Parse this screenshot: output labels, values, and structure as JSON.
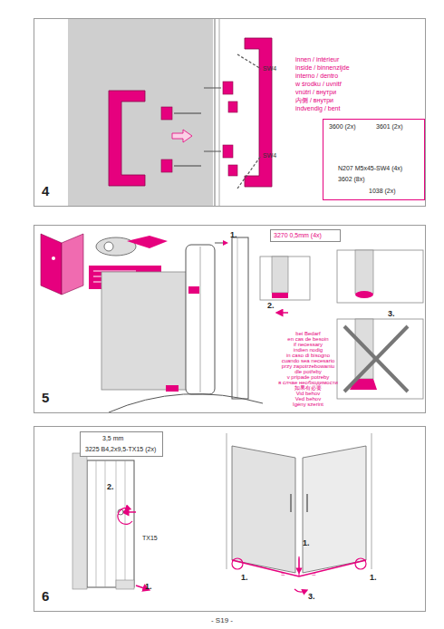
{
  "diagram": {
    "nodes": [
      {
        "text": [
          "4"
        ]
      },
      {
        "text": [
          "3600 (2x)",
          "3601 (2x)",
          "N207 M5x45-SW4 (4x)",
          "3602 (8x)",
          "1038 (2x)"
        ],
        "in": 0
      },
      {
        "text": [
          "5"
        ]
      },
      {
        "text": [
          "3270 0,5mm (4x)"
        ],
        "in": 2
      },
      {
        "text": [
          "6"
        ]
      },
      {
        "text": [
          "3,5 mm",
          "3225 B4,2x9,5-TX15 (2x)"
        ],
        "in": 4
      }
    ],
    "labels": [
      "SW4",
      "SW4",
      "innen / intérieur",
      "inside / binnenzijde",
      "interno / dentro",
      "w środku / uvnitř",
      "vnútri / внутри",
      "内侧 / внутри",
      "indvendig / bent",
      "1.",
      "2.",
      "3.",
      "bei Bedarf",
      "en cas de besoin",
      "if necessary",
      "indien nodig",
      "in caso di bisogno",
      "cuando sea necesario",
      "przy zapotrzebowaniu",
      "dle potřeby",
      "v prípade potreby",
      "в слчае необходимости",
      "如果有必要",
      "Vid behov",
      "Ved behov",
      "Igény szerint",
      "2.",
      "TX15",
      "1.",
      "1.",
      "=",
      "=",
      "1.",
      "3.",
      "1.",
      "- S19 -"
    ]
  }
}
